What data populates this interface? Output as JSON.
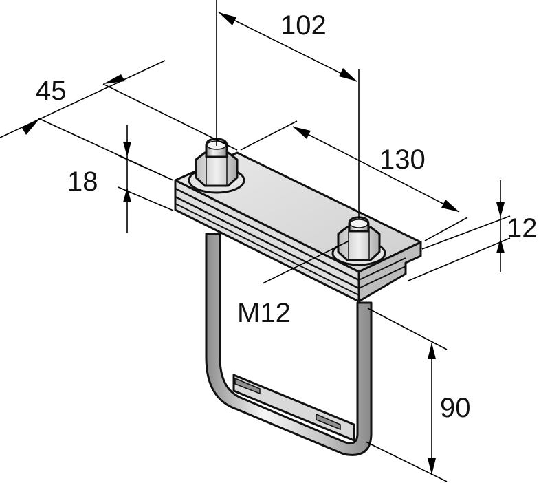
{
  "dimensions": {
    "spacing": "102",
    "depth": "45",
    "length": "130",
    "height_stack": "18",
    "plate_thickness": "12",
    "thread": "M12",
    "bracket_height": "90"
  },
  "colors": {
    "metal_light": "#f2f2f2",
    "metal_mid": "#d6d6d6",
    "metal_dark": "#9a9a9a",
    "line": "#111111"
  }
}
